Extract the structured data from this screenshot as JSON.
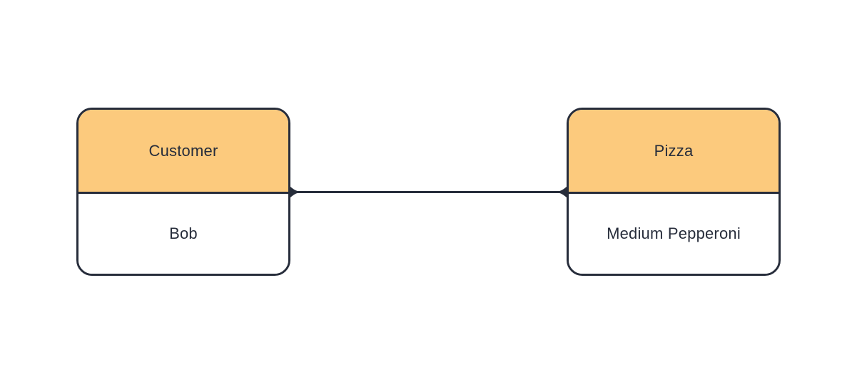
{
  "diagram": {
    "type": "entity-relationship",
    "entities": [
      {
        "id": "customer",
        "title": "Customer",
        "attribute": "Bob"
      },
      {
        "id": "pizza",
        "title": "Pizza",
        "attribute": "Medium Pepperoni"
      }
    ],
    "relationships": [
      {
        "from": "Customer",
        "to": "Pizza",
        "style": "line-with-flared-ends"
      }
    ],
    "colors": {
      "stroke": "#272d3b",
      "header_fill": "#fcca7d",
      "body_fill": "#ffffff",
      "canvas_bg": "#ffffff"
    }
  }
}
